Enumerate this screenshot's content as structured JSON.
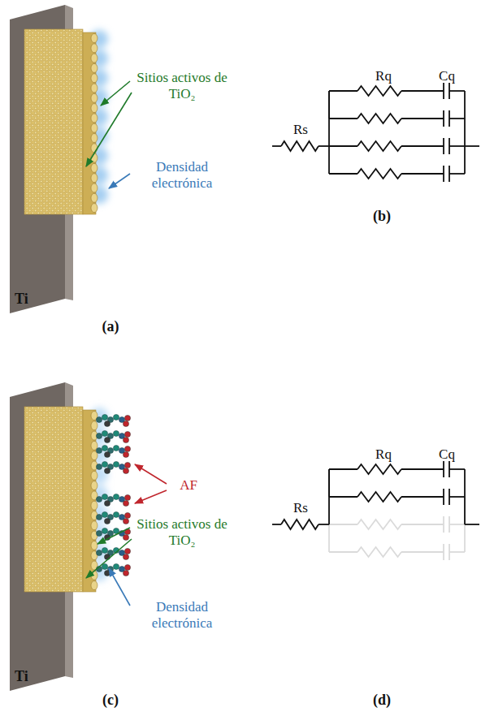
{
  "diagram": {
    "labels": [
      "Sitios activos de TiO₂",
      "Densidad electrónica",
      "Ti",
      "(a)",
      "Rq",
      "Cq",
      "Rs",
      "(b)",
      "AF",
      "Sitios activos de TiO₂",
      "Densidad electrónica",
      "Ti",
      "(c)",
      "Rq",
      "Cq",
      "Rs",
      "(d)"
    ]
  }
}
